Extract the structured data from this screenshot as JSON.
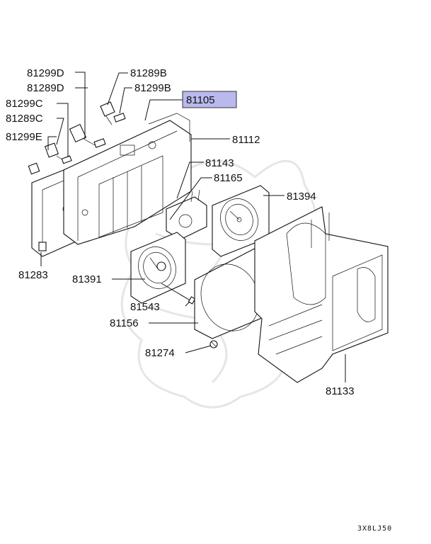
{
  "diagram": {
    "highlight_color": "#b9b9ee",
    "diagram_code": "3X8LJ50",
    "labels": [
      {
        "id": "81299D",
        "text": "81299D"
      },
      {
        "id": "81289B",
        "text": "81289B"
      },
      {
        "id": "81289D",
        "text": "81289D"
      },
      {
        "id": "81299B",
        "text": "81299B"
      },
      {
        "id": "81105",
        "text": "81105"
      },
      {
        "id": "81299C",
        "text": "81299C"
      },
      {
        "id": "81289C",
        "text": "81289C"
      },
      {
        "id": "81299E",
        "text": "81299E"
      },
      {
        "id": "81112",
        "text": "81112"
      },
      {
        "id": "81143",
        "text": "81143"
      },
      {
        "id": "81165",
        "text": "81165"
      },
      {
        "id": "81394",
        "text": "81394"
      },
      {
        "id": "81283",
        "text": "81283"
      },
      {
        "id": "81391",
        "text": "81391"
      },
      {
        "id": "81543",
        "text": "81543"
      },
      {
        "id": "81156",
        "text": "81156"
      },
      {
        "id": "81274",
        "text": "81274"
      },
      {
        "id": "81133",
        "text": "81133"
      }
    ]
  }
}
